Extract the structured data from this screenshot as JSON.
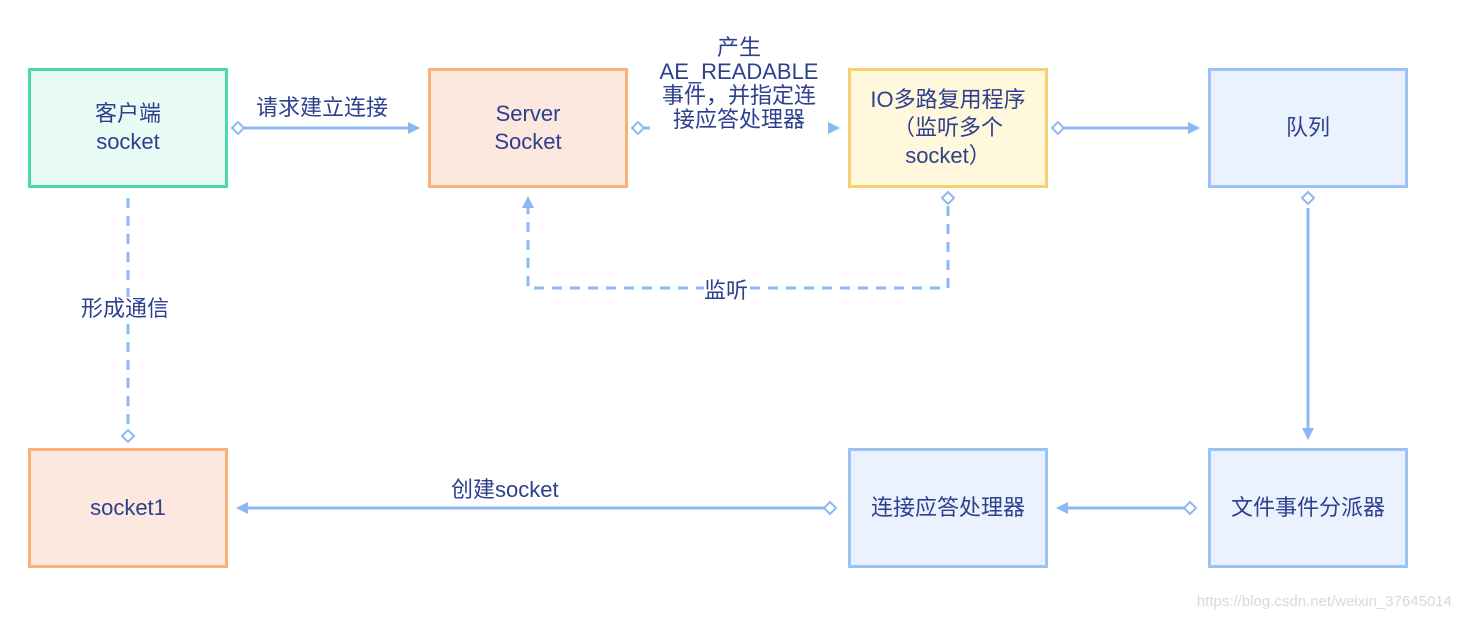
{
  "diagram": {
    "nodes": {
      "client_socket": {
        "label": "客户端\nsocket",
        "fill": "#e8fbf4",
        "stroke": "#4fd6b0"
      },
      "server_socket": {
        "label": "Server\nSocket",
        "fill": "#fde8df",
        "stroke": "#f6b27a"
      },
      "io_multiplexer": {
        "label": "IO多路复用程序\n（监听多个\nsocket）",
        "fill": "#fff8dc",
        "stroke": "#f4cf6f"
      },
      "queue": {
        "label": "队列",
        "fill": "#eaf2fd",
        "stroke": "#9dc2f6"
      },
      "socket1": {
        "label": "socket1",
        "fill": "#fde8df",
        "stroke": "#f6b27a"
      },
      "connection_handler": {
        "label": "连接应答处理器",
        "fill": "#eaf2fd",
        "stroke": "#9dc2f6"
      },
      "file_event_dispatcher": {
        "label": "文件事件分派器",
        "fill": "#eaf2fd",
        "stroke": "#9dc2f6"
      }
    },
    "edges": {
      "request_connection": {
        "label": "请求建立连接"
      },
      "readable_event": {
        "label": "产生\nAE_READABLE\n事件，并指定连\n接应答处理器"
      },
      "listen": {
        "label": "监听"
      },
      "form_communication": {
        "label": "形成通信"
      },
      "create_socket": {
        "label": "创建socket"
      }
    },
    "watermark": "https://blog.csdn.net/weixin_37645014",
    "colors": {
      "arrow": "#8cb8f4",
      "text": "#2d3f8f"
    }
  }
}
